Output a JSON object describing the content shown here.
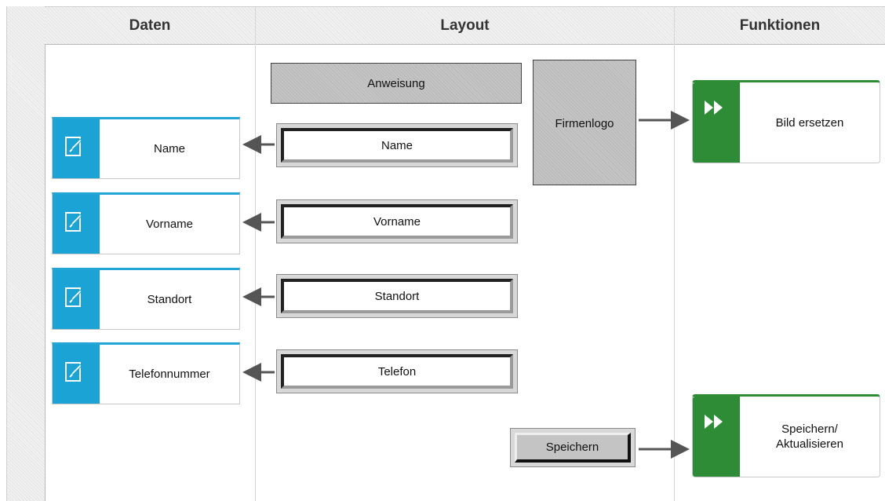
{
  "columns": {
    "daten": "Daten",
    "layout": "Layout",
    "funktionen": "Funktionen"
  },
  "data_items": [
    "Name",
    "Vorname",
    "Standort",
    "Telefonnummer"
  ],
  "layout": {
    "instruction": "Anweisung",
    "logo": "Firmenlogo",
    "fields": [
      "Name",
      "Vorname",
      "Standort",
      "Telefon"
    ],
    "save_button": "Speichern"
  },
  "functions": {
    "replace_image": "Bild ersetzen",
    "save_update": "Speichern/\nAktualisieren"
  },
  "colors": {
    "data_accent": "#1aa3d4",
    "function_accent": "#2e8b36",
    "arrow": "#555555"
  },
  "icons": {
    "data": "edit-icon",
    "function": "fast-forward-icon"
  }
}
